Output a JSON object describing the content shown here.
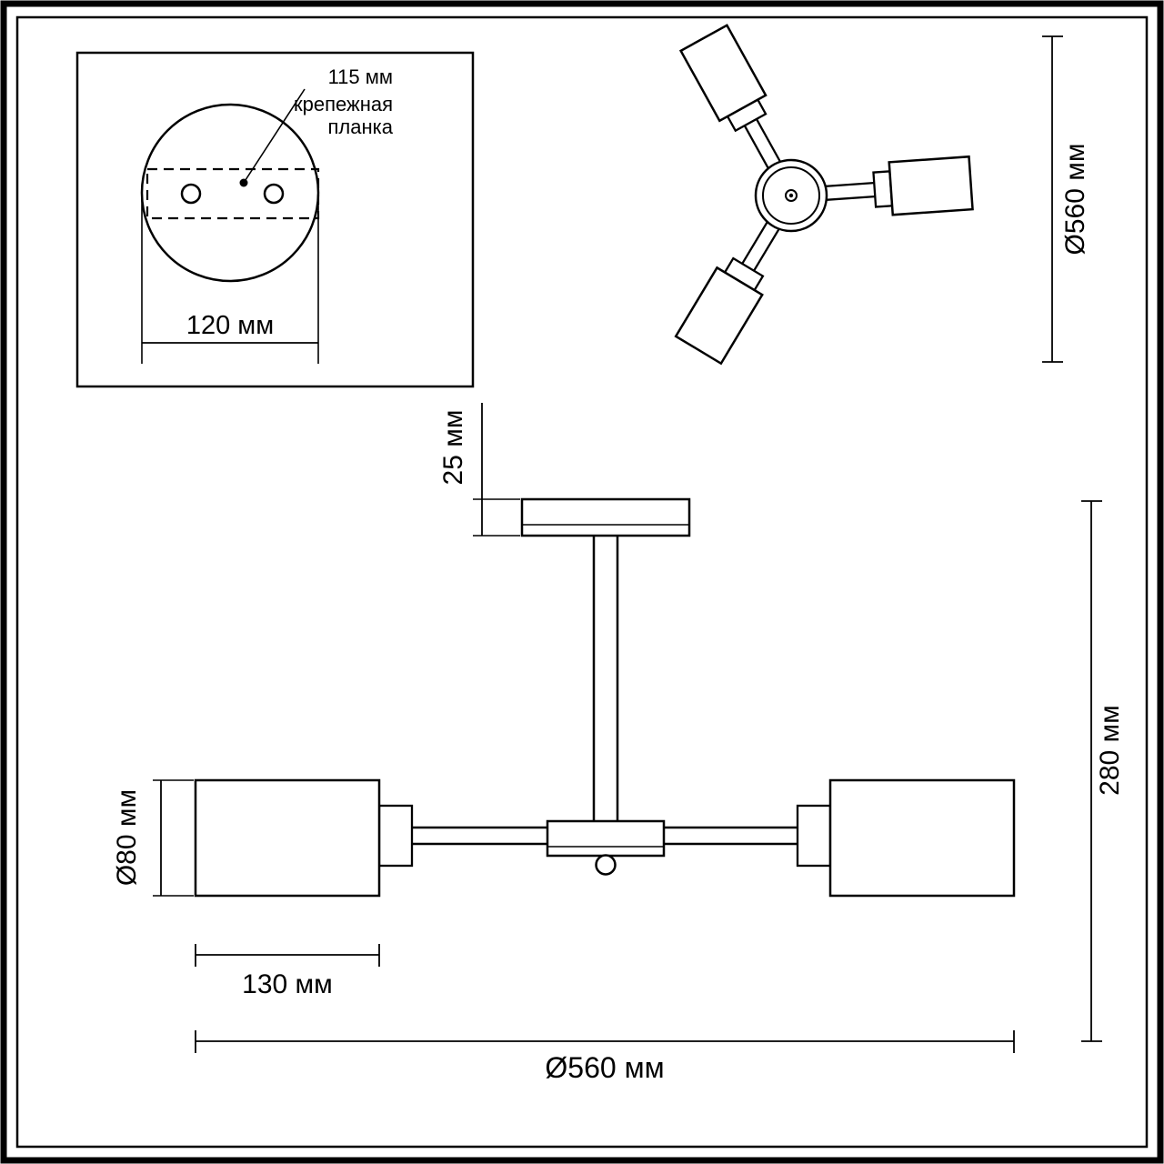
{
  "drawing": {
    "kind": "ceiling-lamp-dimension-drawing",
    "colors": {
      "line": "#000000",
      "background": "#ffffff"
    },
    "inset": {
      "leader_label": "115 мм",
      "bracket_label_line1": "крепежная",
      "bracket_label_line2": "планка",
      "width_label": "120 мм"
    },
    "top_view": {
      "diameter_label": "Ø560 мм"
    },
    "side_view": {
      "canopy_height_label": "25 мм",
      "fixture_height_label": "280 мм",
      "shade_diameter_label": "Ø80 мм",
      "shade_length_label": "130 мм",
      "total_width_label": "Ø560 мм"
    }
  }
}
